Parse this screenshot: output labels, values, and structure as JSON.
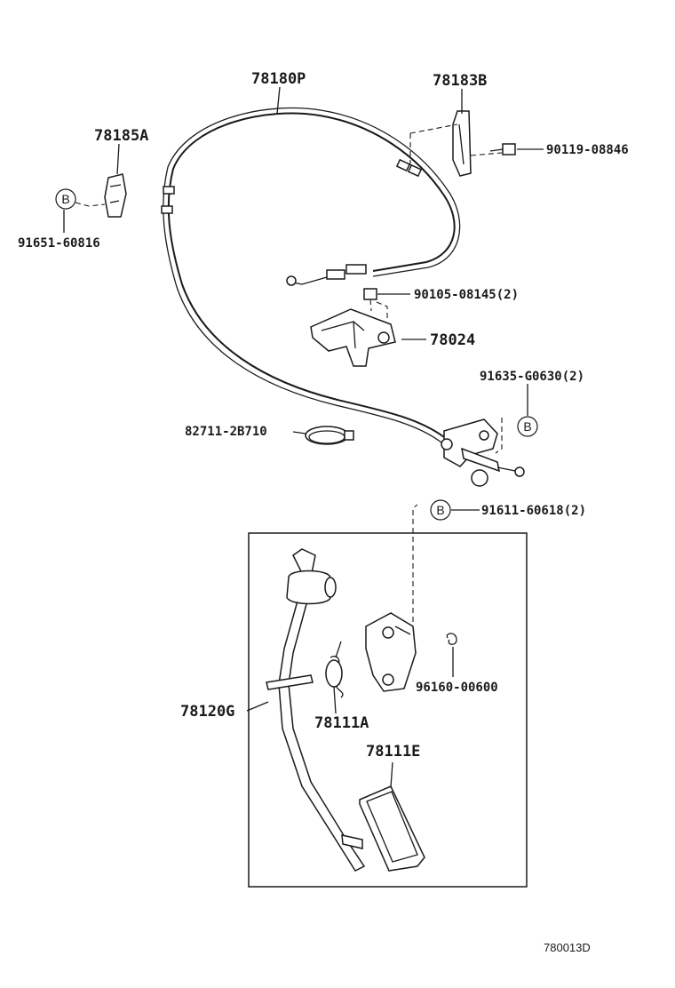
{
  "parts": {
    "p78180P": "78180P",
    "p78183B": "78183B",
    "p78185A": "78185A",
    "p90119": "90119-08846",
    "p91651": "91651-60816",
    "p90105": "90105-08145(2)",
    "p78024": "78024",
    "p91635": "91635-G0630(2)",
    "p82711": "82711-2B710",
    "p91611": "91611-60618(2)",
    "p78120G": "78120G",
    "p96160": "96160-00600",
    "p78111A": "78111A",
    "p78111E": "78111E"
  },
  "markers": {
    "b1": "B",
    "b2": "B",
    "b3": "B"
  },
  "diagram_code": "780013D"
}
